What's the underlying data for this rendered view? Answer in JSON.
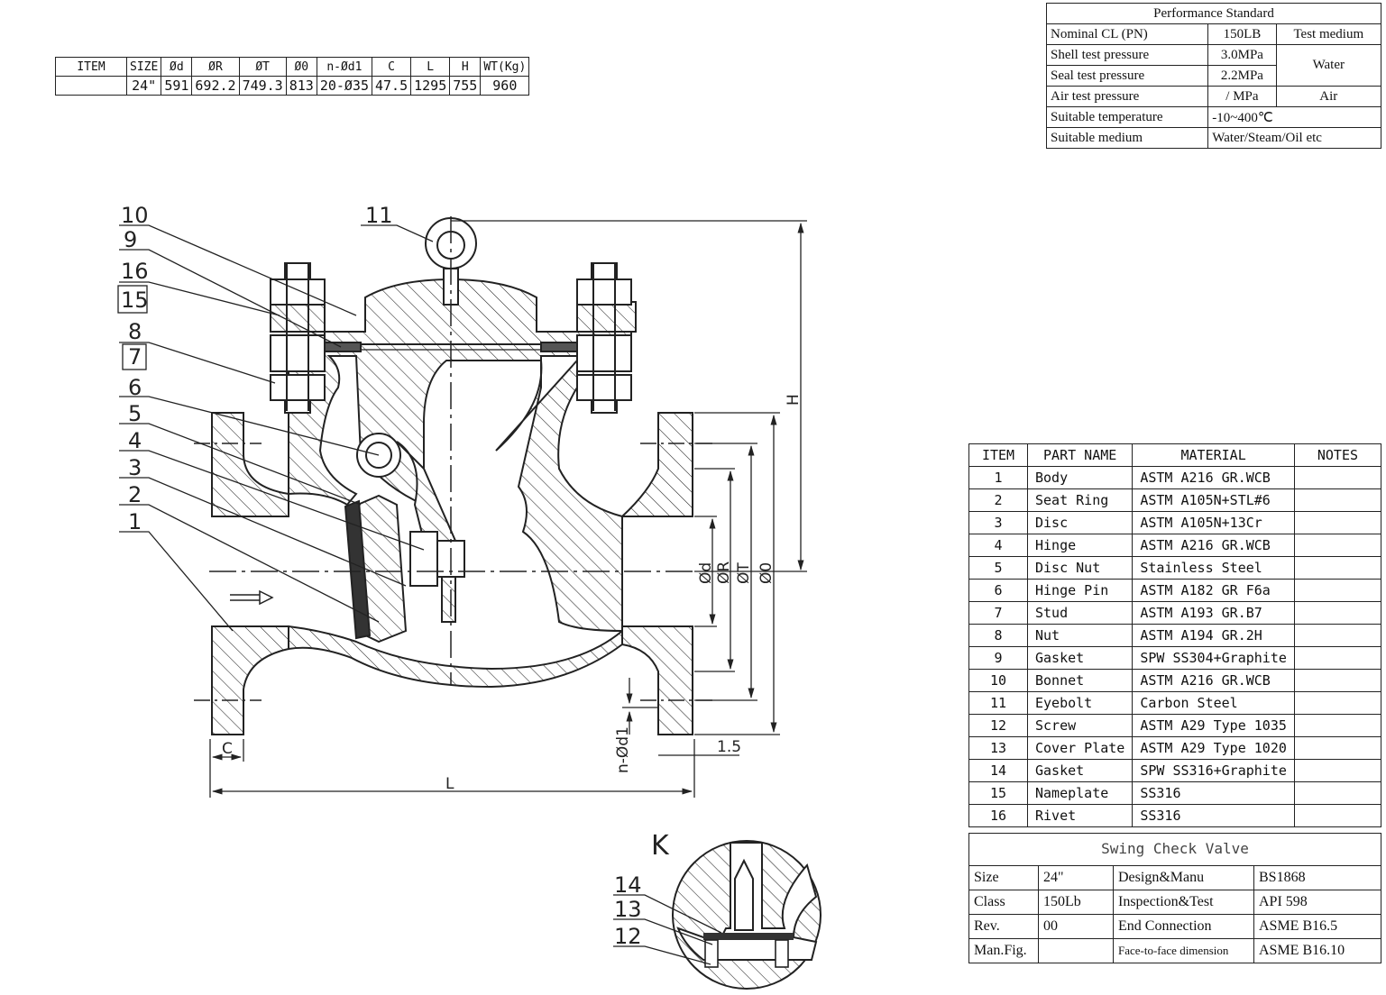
{
  "dimensions": {
    "headers": [
      "ITEM",
      "SIZE",
      "Ød",
      "ØR",
      "ØT",
      "Ø0",
      "n-Ød1",
      "C",
      "L",
      "H",
      "WT(Kg)"
    ],
    "row": [
      "",
      "24\"",
      "591",
      "692.2",
      "749.3",
      "813",
      "20-Ø35",
      "47.5",
      "1295",
      "755",
      "960"
    ]
  },
  "performance": {
    "title": "Performance Standard",
    "rows": [
      {
        "label": "Nominal CL (PN)",
        "value": "150LB",
        "medium": "Test medium"
      },
      {
        "label": "Shell test pressure",
        "value": "3.0MPa",
        "medium": "Water"
      },
      {
        "label": "Seal test pressure",
        "value": "2.2MPa"
      },
      {
        "label": "Air test pressure",
        "value": "/ MPa",
        "medium": "Air"
      },
      {
        "label": "Suitable temperature",
        "value": "-10~400℃"
      },
      {
        "label": "Suitable medium",
        "value": "Water/Steam/Oil etc"
      }
    ]
  },
  "parts": {
    "headers": {
      "item": "ITEM",
      "name": "PART NAME",
      "material": "MATERIAL",
      "notes": "NOTES"
    },
    "rows": [
      {
        "item": "1",
        "name": "Body",
        "material": "ASTM A216 GR.WCB"
      },
      {
        "item": "2",
        "name": "Seat Ring",
        "material": "ASTM A105N+STL#6"
      },
      {
        "item": "3",
        "name": "Disc",
        "material": "ASTM A105N+13Cr"
      },
      {
        "item": "4",
        "name": "Hinge",
        "material": "ASTM A216 GR.WCB"
      },
      {
        "item": "5",
        "name": "Disc Nut",
        "material": "Stainless Steel"
      },
      {
        "item": "6",
        "name": "Hinge Pin",
        "material": "ASTM A182 GR F6a"
      },
      {
        "item": "7",
        "name": "Stud",
        "material": "ASTM A193 GR.B7"
      },
      {
        "item": "8",
        "name": "Nut",
        "material": "ASTM A194 GR.2H"
      },
      {
        "item": "9",
        "name": "Gasket",
        "material": "SPW SS304+Graphite"
      },
      {
        "item": "10",
        "name": "Bonnet",
        "material": "ASTM A216 GR.WCB"
      },
      {
        "item": "11",
        "name": "Eyebolt",
        "material": "Carbon Steel"
      },
      {
        "item": "12",
        "name": "Screw",
        "material": "ASTM A29 Type 1035"
      },
      {
        "item": "13",
        "name": "Cover Plate",
        "material": "ASTM A29 Type 1020"
      },
      {
        "item": "14",
        "name": "Gasket",
        "material": "SPW SS316+Graphite"
      },
      {
        "item": "15",
        "name": "Nameplate",
        "material": "SS316"
      },
      {
        "item": "16",
        "name": "Rivet",
        "material": "SS316"
      }
    ]
  },
  "info": {
    "title": "Swing Check Valve",
    "size_label": "Size",
    "size": "24\"",
    "design_label": "Design&Manu",
    "design": "BS1868",
    "class_label": "Class",
    "class": "150Lb",
    "inspection_label": "Inspection&Test",
    "inspection": "API 598",
    "rev_label": "Rev.",
    "rev": "00",
    "end_label": "End Connection",
    "end": "ASME B16.5",
    "manfig_label": "Man.Fig.",
    "manfig": "",
    "f2f_label": "Face-to-face dimension",
    "f2f": "ASME B16.10"
  },
  "drawing": {
    "callouts_left": [
      "10",
      "9",
      "16",
      "15",
      "8",
      "7",
      "6",
      "5",
      "4",
      "3",
      "2",
      "1"
    ],
    "callout_top": "11",
    "callouts_detail": [
      "14",
      "13",
      "12"
    ],
    "detail_label": "K",
    "dim_labels": {
      "d": "Ød",
      "R": "ØR",
      "T": "ØT",
      "D": "Ø0",
      "H": "H",
      "C": "C",
      "L": "L",
      "nd1": "n-Ød1",
      "gap": "1.5"
    }
  }
}
